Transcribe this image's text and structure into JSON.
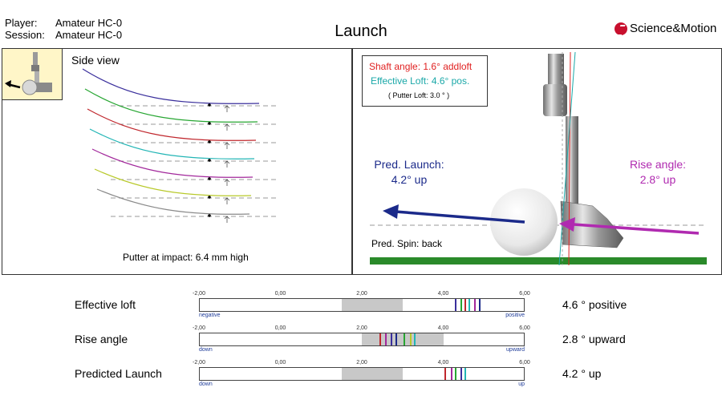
{
  "header": {
    "player_label": "Player:",
    "player_value": "Amateur HC-0",
    "session_label": "Session:",
    "session_value": "Amateur HC-0",
    "title": "Launch",
    "logo_text": "Science&Motion",
    "logo_color": "#c8102e"
  },
  "side_view": {
    "title": "Side view",
    "impact_label": "Putter at impact:",
    "impact_value": "6.4 mm high",
    "traces": [
      {
        "color": "#3a2f9c"
      },
      {
        "color": "#27a632"
      },
      {
        "color": "#c0272d"
      },
      {
        "color": "#22b5b5"
      },
      {
        "color": "#a2289b"
      },
      {
        "color": "#b8c92a"
      },
      {
        "color": "#8a8a8a"
      }
    ]
  },
  "face_view": {
    "shaft_angle": "Shaft angle: 1.6° addloft",
    "effective_loft": "Effective Loft: 4.6° pos.",
    "putter_loft": "( Putter Loft: 3.0 ° )",
    "pred_launch_label": "Pred. Launch:",
    "pred_launch_value": "4.2° up",
    "rise_angle_label": "Rise angle:",
    "rise_angle_value": "2.8° up",
    "pred_spin": "Pred. Spin: back",
    "colors": {
      "shaft": "#e02020",
      "loft": "#1aa8a8",
      "launch": "#1b2a8a",
      "rise": "#b02ab0",
      "ground": "#2a8a2a"
    }
  },
  "chart_data": [
    {
      "type": "bar",
      "name": "Effective loft",
      "value_text": "4.6 ° positive",
      "xlim": [
        -2,
        6
      ],
      "ticks": [
        "-2,00",
        "0,00",
        "2,00",
        "4,00",
        "6,00"
      ],
      "left_label": "negative",
      "right_label": "positive",
      "range": [
        1.5,
        3.0
      ],
      "marks": [
        {
          "x": 4.3,
          "color": "#3a2f9c"
        },
        {
          "x": 4.45,
          "color": "#27a632"
        },
        {
          "x": 4.55,
          "color": "#c0272d"
        },
        {
          "x": 4.65,
          "color": "#22b5b5"
        },
        {
          "x": 4.78,
          "color": "#a2289b"
        },
        {
          "x": 4.9,
          "color": "#1b2a8a"
        }
      ]
    },
    {
      "type": "bar",
      "name": "Rise angle",
      "value_text": "2.8 ° upward",
      "xlim": [
        -2,
        6
      ],
      "ticks": [
        "-2,00",
        "0,00",
        "2,00",
        "4,00",
        "6,00"
      ],
      "left_label": "down",
      "right_label": "upward",
      "range": [
        2.0,
        4.0
      ],
      "marks": [
        {
          "x": 2.45,
          "color": "#c0272d"
        },
        {
          "x": 2.6,
          "color": "#a2289b"
        },
        {
          "x": 2.72,
          "color": "#3a2f9c"
        },
        {
          "x": 2.85,
          "color": "#1b2a8a"
        },
        {
          "x": 3.05,
          "color": "#27a632"
        },
        {
          "x": 3.2,
          "color": "#b8c92a"
        },
        {
          "x": 3.3,
          "color": "#22b5b5"
        }
      ]
    },
    {
      "type": "bar",
      "name": "Predicted Launch",
      "value_text": "4.2 ° up",
      "xlim": [
        -2,
        6
      ],
      "ticks": [
        "-2,00",
        "0,00",
        "2,00",
        "4,00",
        "6,00"
      ],
      "left_label": "down",
      "right_label": "up",
      "range": [
        1.5,
        3.0
      ],
      "marks": [
        {
          "x": 4.05,
          "color": "#c0272d"
        },
        {
          "x": 4.2,
          "color": "#a2289b"
        },
        {
          "x": 4.3,
          "color": "#27a632"
        },
        {
          "x": 4.45,
          "color": "#3a2f9c"
        },
        {
          "x": 4.55,
          "color": "#22b5b5"
        }
      ]
    }
  ]
}
